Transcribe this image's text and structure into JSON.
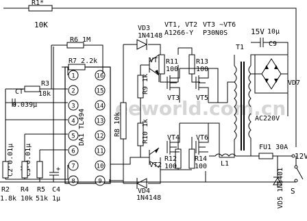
{
  "labels": {
    "r1": "R1*",
    "r1_val": "10K",
    "r6": "R6 1M",
    "r7": "R7 2.2k",
    "r3": "R3",
    "r3_val": "18k",
    "ct": "CT",
    "ct_val": "0.039μ",
    "ic": "DA1 TL494",
    "r8": "R8 10k",
    "r9": "R9 1k",
    "r10": "R10 1k",
    "vd3": "VD3",
    "vd3_part": "1N4148",
    "vd4": "VD4",
    "vd4_part": "1N4148",
    "vt1": "VT1",
    "vt2": "VT2",
    "vt12_note": "VT1, VT2",
    "vt12_part": "A1266-Y",
    "vt36_note": "VT3 ~VT6",
    "vt36_part": "P30N0S",
    "r11": "R11",
    "r11_val": "100",
    "r13": "R13",
    "r13_val": "100",
    "r12": "R12",
    "r12_val": "100",
    "r14": "R14",
    "r14_val": "100",
    "vt3": "VT3",
    "vt4": "VT4",
    "vt5": "VT5",
    "vt6": "VT6",
    "t1": "T1",
    "v15": "15V",
    "c9_val": "10μ",
    "c9": "C9",
    "vd7": "VD7",
    "ac": "AC220V",
    "l1": "L1",
    "fu1": "FU1 30A",
    "v12": "12V",
    "vd5": "VD5 1N5401",
    "s": "S",
    "c2": "C2 0.01μ",
    "c3": "C3 0.01μ",
    "r2": "R2",
    "r2_val": "1.8k",
    "r4": "R4",
    "r4_val": "10k",
    "r5": "R5",
    "r5_val": "51k",
    "c4": "C4",
    "c4_val": "1μ",
    "plus": "+",
    "watermark": "eeworld.com.cn"
  },
  "pins_left": [
    "1",
    "2",
    "3",
    "4",
    "5",
    "6",
    "7",
    "8"
  ],
  "pins_right": [
    "16",
    "15",
    "14",
    "13",
    "12",
    "11",
    "10",
    "9"
  ]
}
